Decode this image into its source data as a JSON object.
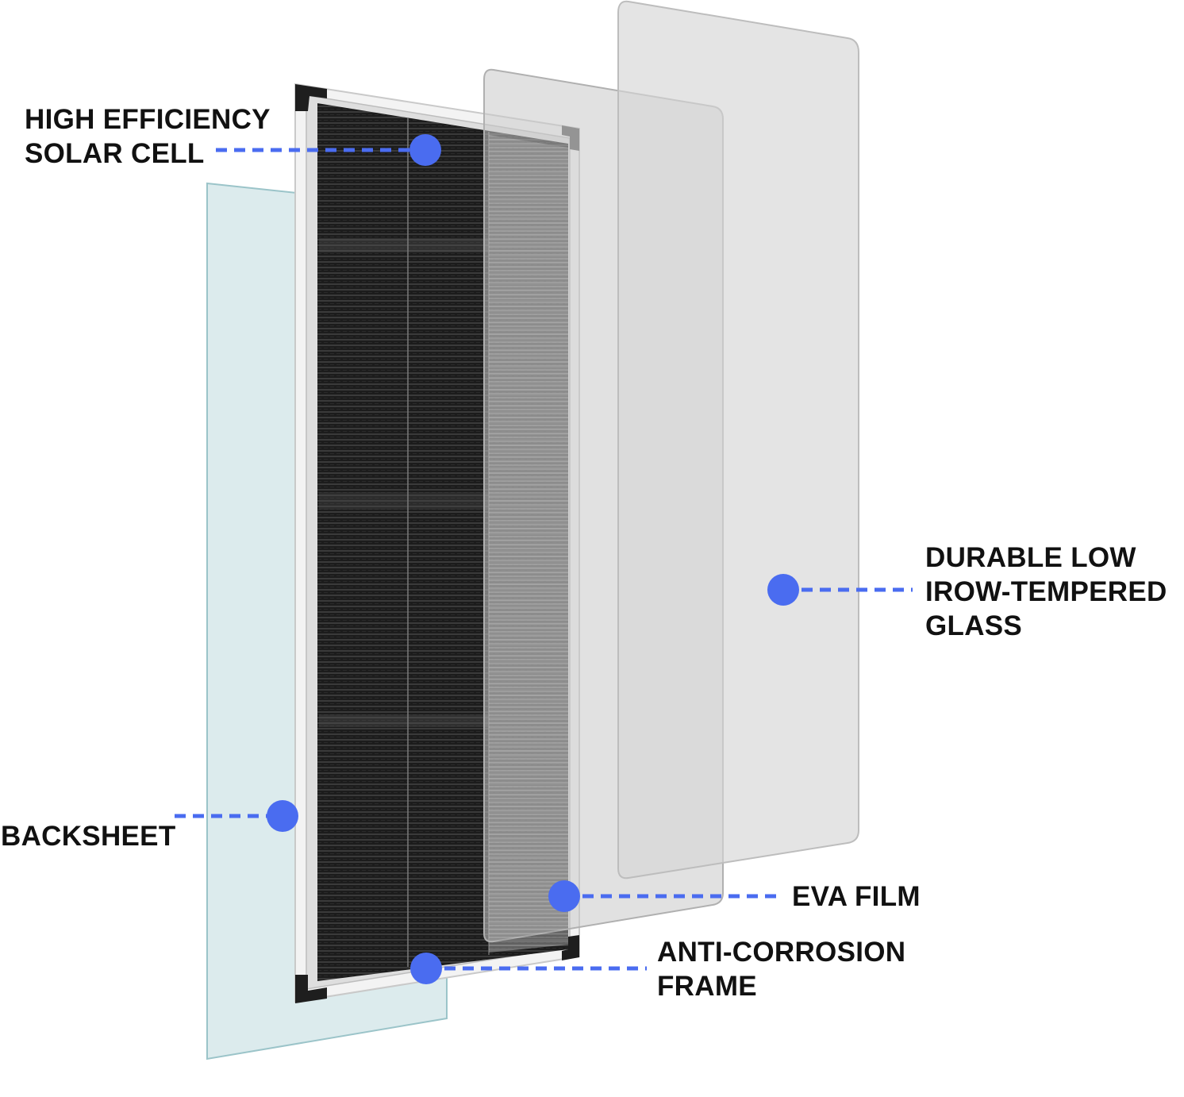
{
  "colors": {
    "accent": "#4a6cf0",
    "label_text": "#111111",
    "backsheet": "#dcebed",
    "cell": "#1a1a1a",
    "frame": "#f4f4f4",
    "eva_film": "#cfcfcf",
    "glass": "#dadada"
  },
  "labels": {
    "solar_cell": {
      "line1": "HIGH EFFICIENCY",
      "line2": "SOLAR CELL"
    },
    "glass": {
      "line1": "DURABLE LOW",
      "line2": "IROW-TEMPERED",
      "line3": "GLASS"
    },
    "backsheet": {
      "line1": "BACKSHEET"
    },
    "eva_film": {
      "line1": "EVA FILM"
    },
    "frame": {
      "line1": "ANTI-CORROSION",
      "line2": "FRAME"
    }
  }
}
